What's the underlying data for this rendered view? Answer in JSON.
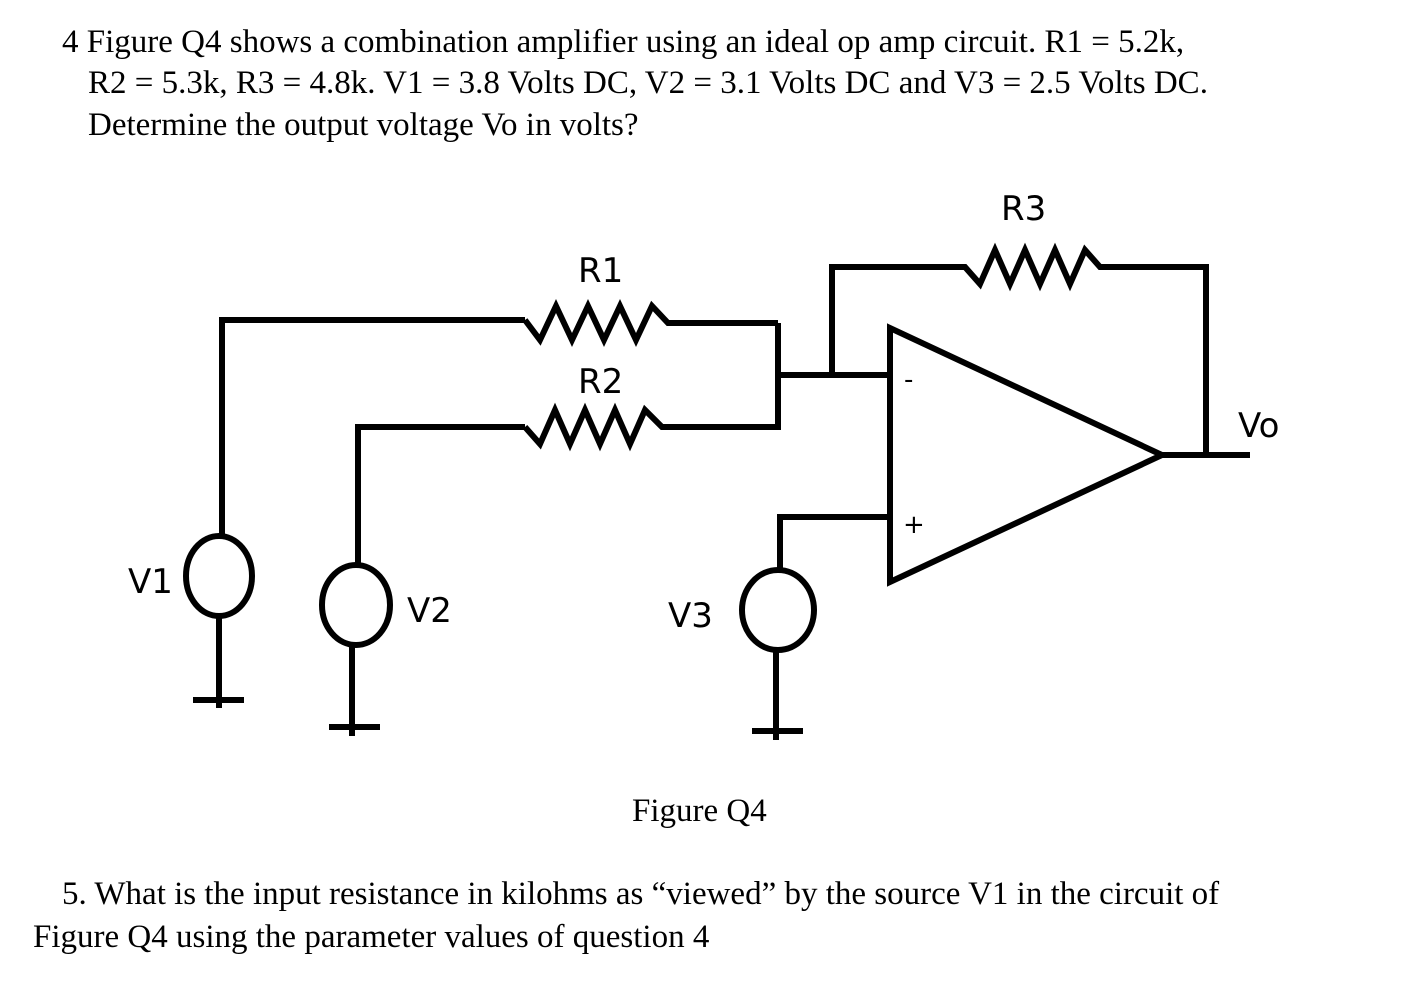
{
  "question4": {
    "line1": "4 Figure Q4 shows a combination amplifier using an ideal op amp circuit. R1 = 5.2k,",
    "line2": "R2 = 5.3k, R3 = 4.8k. V1 = 3.8 Volts DC, V2 = 3.1 Volts DC and V3 = 2.5 Volts DC.",
    "line3": "Determine the output voltage Vo in volts?"
  },
  "circuit": {
    "labels": {
      "r1": "R1",
      "r2": "R2",
      "r3": "R3",
      "v1": "V1",
      "v2": "V2",
      "v3": "V3",
      "vo": "Vo",
      "inverting": "-",
      "noninverting": "+"
    },
    "caption": "Figure Q4"
  },
  "question5": {
    "line1": "5. What is the input resistance in kilohms as “viewed” by the source V1 in the circuit of",
    "line2": "Figure Q4 using the parameter values of question 4"
  }
}
